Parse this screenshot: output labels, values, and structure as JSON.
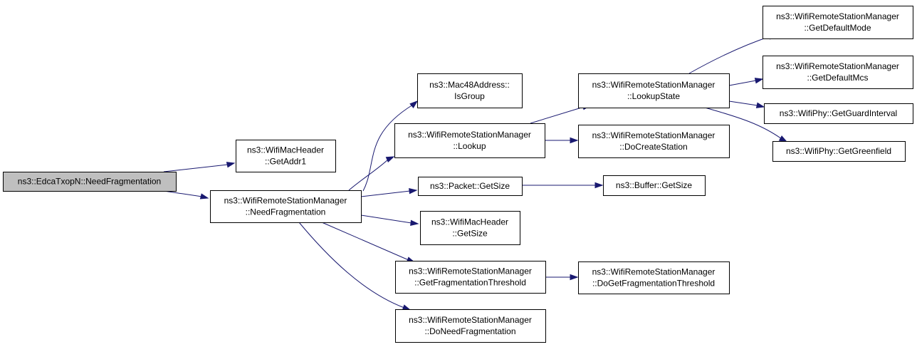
{
  "diagram": {
    "colors": {
      "edge": "#191970",
      "root_fill": "#bfbfbf",
      "node_fill": "#ffffff",
      "node_stroke": "#000000"
    },
    "nodes": [
      {
        "id": "root",
        "lines": [
          "ns3::EdcaTxopN::NeedFragmentation"
        ],
        "root": true
      },
      {
        "id": "getaddr1",
        "lines": [
          "ns3::WifiMacHeader",
          "::GetAddr1"
        ]
      },
      {
        "id": "needfrag",
        "lines": [
          "ns3::WifiRemoteStationManager",
          "::NeedFragmentation"
        ]
      },
      {
        "id": "isgroup",
        "lines": [
          "ns3::Mac48Address::",
          "IsGroup"
        ]
      },
      {
        "id": "lookup",
        "lines": [
          "ns3::WifiRemoteStationManager",
          "::Lookup"
        ]
      },
      {
        "id": "pktsize",
        "lines": [
          "ns3::Packet::GetSize"
        ]
      },
      {
        "id": "machdrsize",
        "lines": [
          "ns3::WifiMacHeader",
          "::GetSize"
        ]
      },
      {
        "id": "getfragthr",
        "lines": [
          "ns3::WifiRemoteStationManager",
          "::GetFragmentationThreshold"
        ]
      },
      {
        "id": "doneedfrag",
        "lines": [
          "ns3::WifiRemoteStationManager",
          "::DoNeedFragmentation"
        ]
      },
      {
        "id": "lookupstate",
        "lines": [
          "ns3::WifiRemoteStationManager",
          "::LookupState"
        ]
      },
      {
        "id": "docreate",
        "lines": [
          "ns3::WifiRemoteStationManager",
          "::DoCreateStation"
        ]
      },
      {
        "id": "bufsize",
        "lines": [
          "ns3::Buffer::GetSize"
        ]
      },
      {
        "id": "dogetfragthr",
        "lines": [
          "ns3::WifiRemoteStationManager",
          "::DoGetFragmentationThreshold"
        ]
      },
      {
        "id": "defmode",
        "lines": [
          "ns3::WifiRemoteStationManager",
          "::GetDefaultMode"
        ]
      },
      {
        "id": "defmcs",
        "lines": [
          "ns3::WifiRemoteStationManager",
          "::GetDefaultMcs"
        ]
      },
      {
        "id": "guard",
        "lines": [
          "ns3::WifiPhy::GetGuardInterval"
        ]
      },
      {
        "id": "green",
        "lines": [
          "ns3::WifiPhy::GetGreenfield"
        ]
      }
    ],
    "edges": [
      [
        "root",
        "getaddr1"
      ],
      [
        "root",
        "needfrag"
      ],
      [
        "needfrag",
        "isgroup"
      ],
      [
        "needfrag",
        "lookup"
      ],
      [
        "needfrag",
        "pktsize"
      ],
      [
        "needfrag",
        "machdrsize"
      ],
      [
        "needfrag",
        "getfragthr"
      ],
      [
        "needfrag",
        "doneedfrag"
      ],
      [
        "lookup",
        "lookupstate"
      ],
      [
        "lookup",
        "docreate"
      ],
      [
        "pktsize",
        "bufsize"
      ],
      [
        "getfragthr",
        "dogetfragthr"
      ],
      [
        "lookupstate",
        "defmode"
      ],
      [
        "lookupstate",
        "defmcs"
      ],
      [
        "lookupstate",
        "guard"
      ],
      [
        "lookupstate",
        "green"
      ]
    ]
  }
}
